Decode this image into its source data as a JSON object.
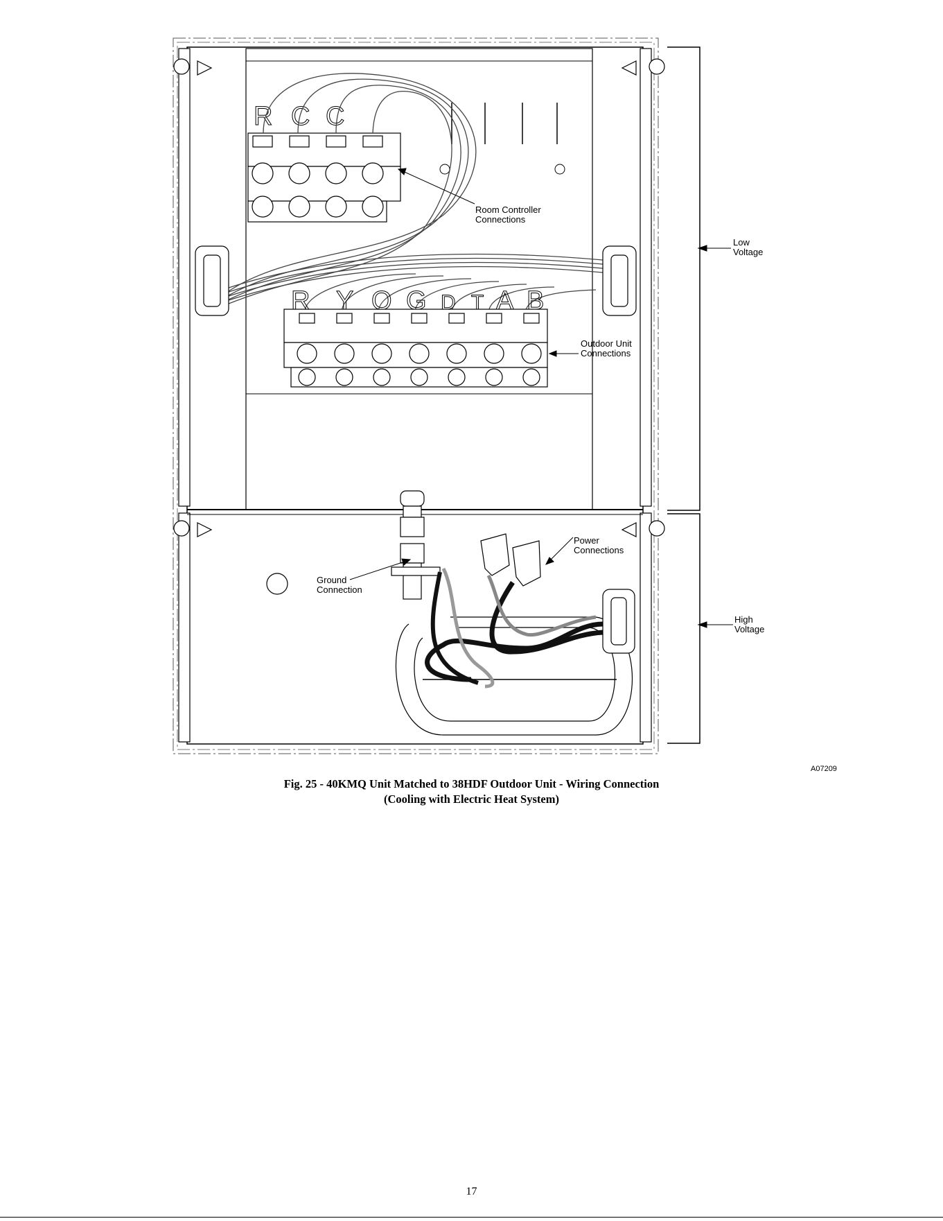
{
  "figure": {
    "callouts": {
      "room_controller": [
        "Room Controller",
        "Connections"
      ],
      "low_voltage": [
        "Low",
        "Voltage"
      ],
      "outdoor_unit": [
        "Outdoor Unit",
        "Connections"
      ],
      "power": [
        "Power",
        "Connections"
      ],
      "ground": [
        "Ground",
        "Connection"
      ],
      "high_voltage": [
        "High",
        "Voltage"
      ]
    },
    "upper_terminal_letters": [
      "R",
      "C",
      "C"
    ],
    "lower_terminal_letters": [
      "R",
      "Y",
      "O",
      "G",
      "D",
      "T",
      "A",
      "B"
    ],
    "figure_id": "A07209"
  },
  "caption": {
    "line1": "Fig. 25 - 40KMQ Unit Matched to 38HDF Outdoor Unit - Wiring Connection",
    "line2": "(Cooling with Electric Heat System)"
  },
  "page_number": "17"
}
